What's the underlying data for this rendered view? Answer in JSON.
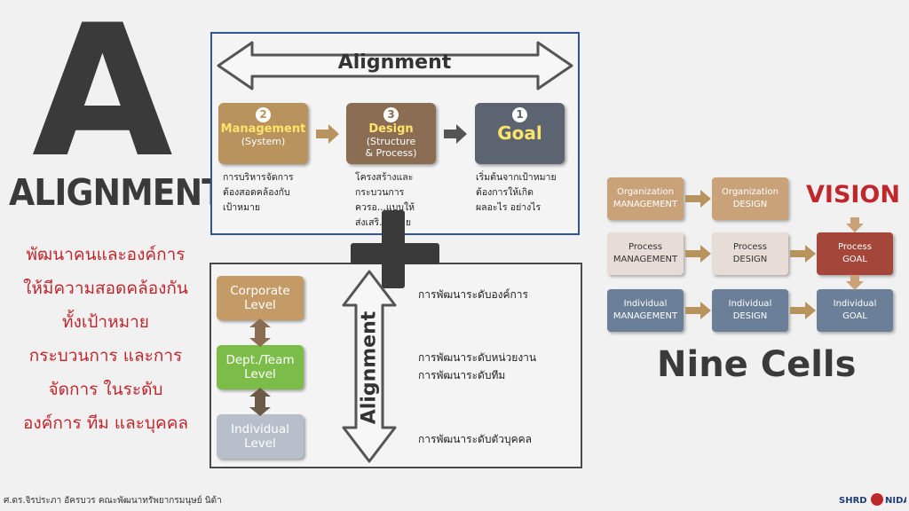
{
  "left": {
    "big_letter": "A",
    "big_word": "ALIGNMENT",
    "thai_lines": [
      "พัฒนาคนและองค์การ",
      "ให้มีความสอดคล้องกัน",
      "ทั้งเป้าหมาย",
      "กระบวนการ และการ",
      "จัดการ ในระดับ",
      "องค์การ ทีม และบุคคล"
    ]
  },
  "top_panel": {
    "arrow_label": "Alignment",
    "steps": [
      {
        "num": "2",
        "title": "Management",
        "sub": "(System)",
        "color": "#b8935d",
        "desc": [
          "การบริหารจัดการ",
          "ต้องสอดคล้องกับ",
          "เป้าหมาย"
        ]
      },
      {
        "num": "3",
        "title": "Design",
        "sub": "(Structure\n& Process)",
        "color": "#8a6d52",
        "desc": [
          "โครงสร้างและ",
          "กระบวนการ",
          "ควรอ...แบบให้",
          "ส่งเสริ...หมาย"
        ]
      },
      {
        "num": "1",
        "title": "Goal",
        "sub": "",
        "color": "#5b6470",
        "desc": [
          "เริ่มต้นจากเป้าหมาย",
          "ต้องการให้เกิด",
          "ผลอะไร อย่างไร"
        ]
      }
    ]
  },
  "bottom_panel": {
    "vertical_label": "Alignment",
    "levels": [
      {
        "label": "Corporate\nLevel",
        "color": "#c49a66",
        "desc": [
          "การพัฒนาระดับองค์การ"
        ]
      },
      {
        "label": "Dept./Team\nLevel",
        "color": "#7cbd4a",
        "desc": [
          "การพัฒนาระดับหน่วยงาน",
          "การพัฒนาระดับทีม"
        ]
      },
      {
        "label": "Individual\nLevel",
        "color": "#b7bfca",
        "desc": [
          "การพัฒนาระดับตัวบุคคล"
        ]
      }
    ]
  },
  "nine_cells": {
    "vision": "VISION",
    "title": "Nine Cells",
    "rows": [
      [
        {
          "l1": "Organization",
          "l2": "MANAGEMENT",
          "color": "#c9a27a"
        },
        {
          "l1": "Organization",
          "l2": "DESIGN",
          "color": "#c9a27a"
        }
      ],
      [
        {
          "l1": "Process",
          "l2": "MANAGEMENT",
          "color": "#e7dcd6"
        },
        {
          "l1": "Process",
          "l2": "DESIGN",
          "color": "#e7dcd6"
        },
        {
          "l1": "Process",
          "l2": "GOAL",
          "color": "#a4463a"
        }
      ],
      [
        {
          "l1": "Individual",
          "l2": "MANAGEMENT",
          "color": "#6c7f99"
        },
        {
          "l1": "Individual",
          "l2": "DESIGN",
          "color": "#6c7f99"
        },
        {
          "l1": "Individual",
          "l2": "GOAL",
          "color": "#6c7f99"
        }
      ]
    ]
  },
  "footer": {
    "credit": "ศ.ดร.จิรประภา อัครบวร คณะพัฒนาทรัพยากรมนุษย์ นิด้า",
    "logo_text": "SHRD NIDA"
  }
}
